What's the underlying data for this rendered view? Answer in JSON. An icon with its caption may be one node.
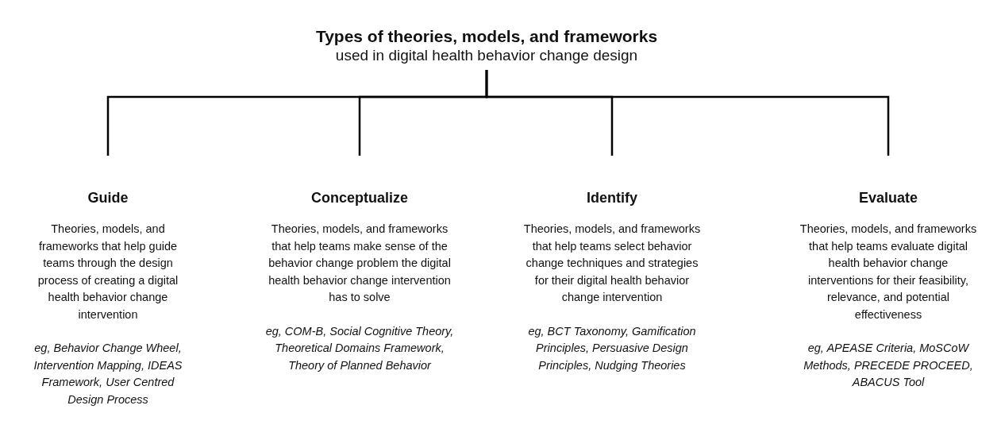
{
  "diagram": {
    "nodes": [
      {
        "text": [
          "Types of theories, models, and frameworks",
          "used in digital health behavior change design"
        ]
      },
      {
        "text": [
          "Guide",
          "Theories, models, and frameworks that help guide teams through the design process of creating a digital health behavior change intervention",
          "eg, Behavior Change Wheel, Intervention Mapping, IDEAS Framework, User Centred Design Process"
        ]
      },
      {
        "text": [
          "Conceptualize",
          "Theories, models, and frameworks that help teams make sense of the behavior change problem the digital health behavior change intervention has to solve",
          "eg, COM-B, Social Cognitive Theory, Theoretical Domains Framework, Theory of Planned Behavior"
        ]
      },
      {
        "text": [
          "Identify",
          "Theories, models, and frameworks that help teams select behavior change techniques and strategies for their digital health behavior change intervention",
          "eg, BCT Taxonomy, Gamification Principles, Persuasive Design Principles, Nudging Theories"
        ]
      },
      {
        "text": [
          "Evaluate",
          "Theories, models, and frameworks that help teams evaluate digital health behavior change interventions for their feasibility, relevance, and potential effectiveness",
          "eg, APEASE Criteria, MoSCoW Methods, PRECEDE PROCEED, ABACUS Tool"
        ]
      }
    ],
    "edges": [
      {
        "from": 0,
        "to": 1,
        "arrow": "none"
      },
      {
        "from": 0,
        "to": 2,
        "arrow": "none"
      },
      {
        "from": 0,
        "to": 3,
        "arrow": "none"
      },
      {
        "from": 0,
        "to": 4,
        "arrow": "none"
      }
    ]
  }
}
